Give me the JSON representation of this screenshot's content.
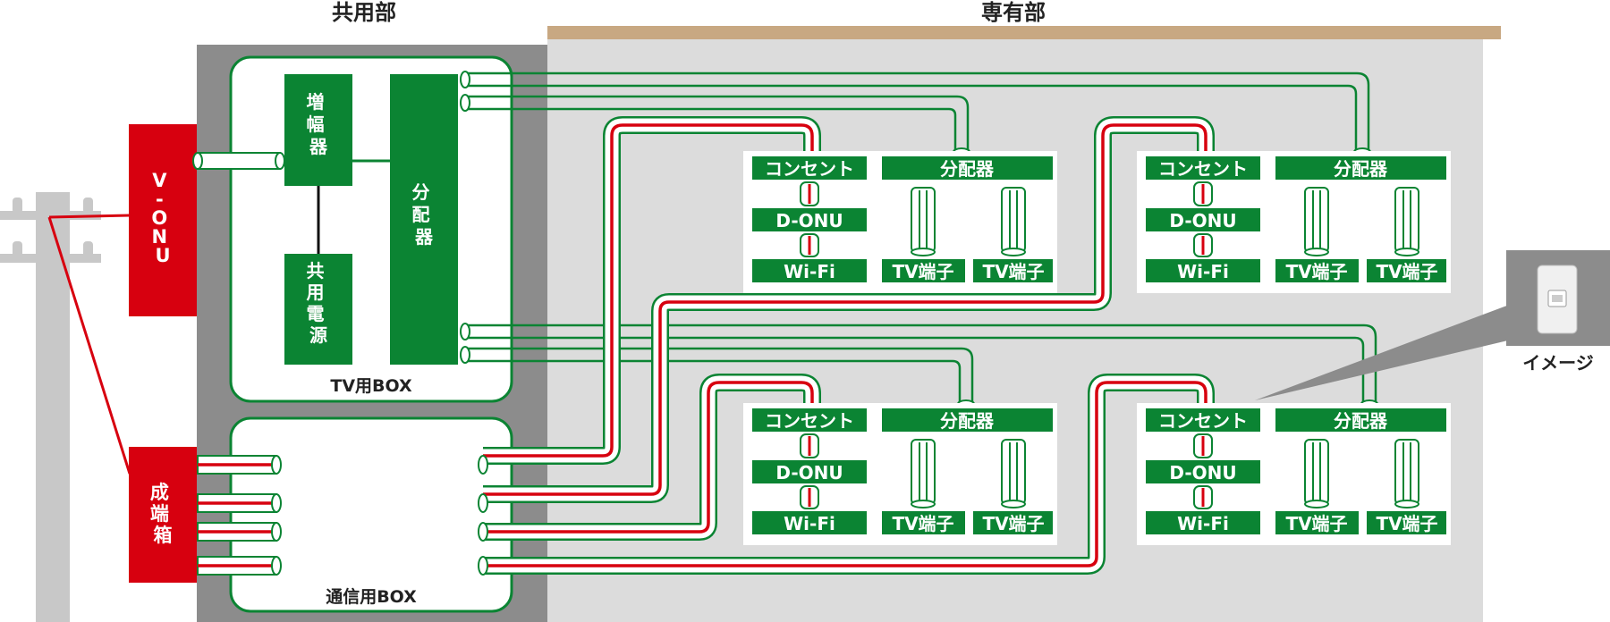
{
  "labels": {
    "shared": "共用部",
    "private": "専有部",
    "vonu": [
      "V",
      "-",
      "O",
      "N",
      "U"
    ],
    "termination_box": [
      "成",
      "端",
      "箱"
    ],
    "amplifier": [
      "増",
      "幅",
      "器"
    ],
    "shared_power": [
      "共",
      "用",
      "電",
      "源"
    ],
    "splitter_vertical": [
      "分",
      "配",
      "器"
    ],
    "tv_box": "TV用BOX",
    "comm_box": "通信用BOX",
    "image_caption": "イメージ"
  },
  "units": [
    {
      "outlet": "コンセント",
      "onu": "D-ONU",
      "wifi": "Wi-Fi",
      "splitter": "分配器",
      "tv1": "TV端子",
      "tv2": "TV端子"
    },
    {
      "outlet": "コンセント",
      "onu": "D-ONU",
      "wifi": "Wi-Fi",
      "splitter": "分配器",
      "tv1": "TV端子",
      "tv2": "TV端子"
    },
    {
      "outlet": "コンセント",
      "onu": "D-ONU",
      "wifi": "Wi-Fi",
      "splitter": "分配器",
      "tv1": "TV端子",
      "tv2": "TV端子"
    },
    {
      "outlet": "コンセント",
      "onu": "D-ONU",
      "wifi": "Wi-Fi",
      "splitter": "分配器",
      "tv1": "TV端子",
      "tv2": "TV端子"
    }
  ],
  "colors": {
    "green": "#0b8433",
    "red": "#d7000f",
    "pole": "#c8c8c8",
    "shared_bg": "#8c8c8c",
    "private_bg": "#dcdcdc",
    "roof": "#c8a882"
  }
}
